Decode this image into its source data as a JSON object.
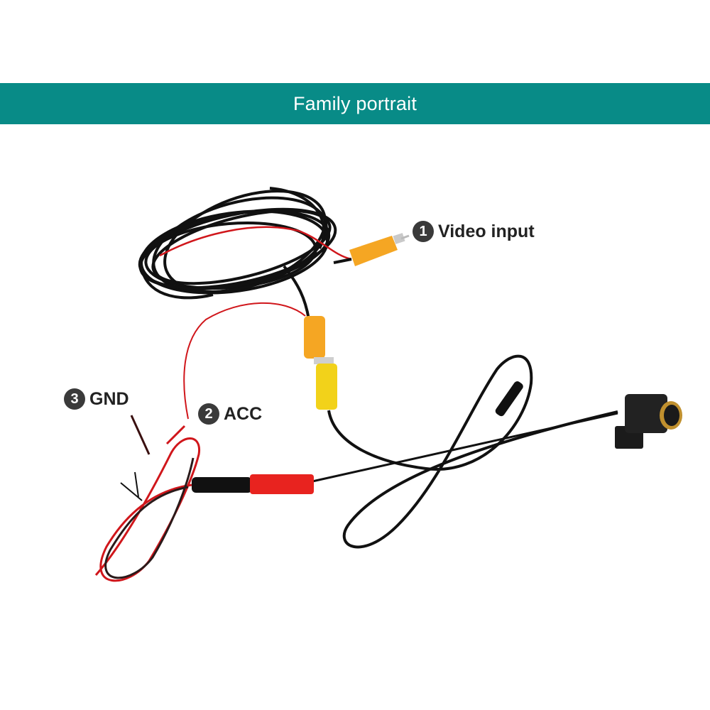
{
  "banner": {
    "title": "Family portrait",
    "color": "#088b87"
  },
  "labels": [
    {
      "number": "1",
      "text": "Video input"
    },
    {
      "number": "2",
      "text": "ACC"
    },
    {
      "number": "3",
      "text": "GND"
    }
  ],
  "photo": {
    "subject": "Car reversing camera with wiring harness",
    "components": [
      "coiled black video extension cable",
      "yellow RCA male connector",
      "yellow RCA female connector",
      "red/black power lead",
      "red DC power connector",
      "mini camera with mounting bracket"
    ],
    "colors": {
      "rca": "#f5a623",
      "rca_light": "#f2d21a",
      "power_plug": "#e8231f",
      "cable": "#111111",
      "red_wire": "#d0161b"
    }
  }
}
